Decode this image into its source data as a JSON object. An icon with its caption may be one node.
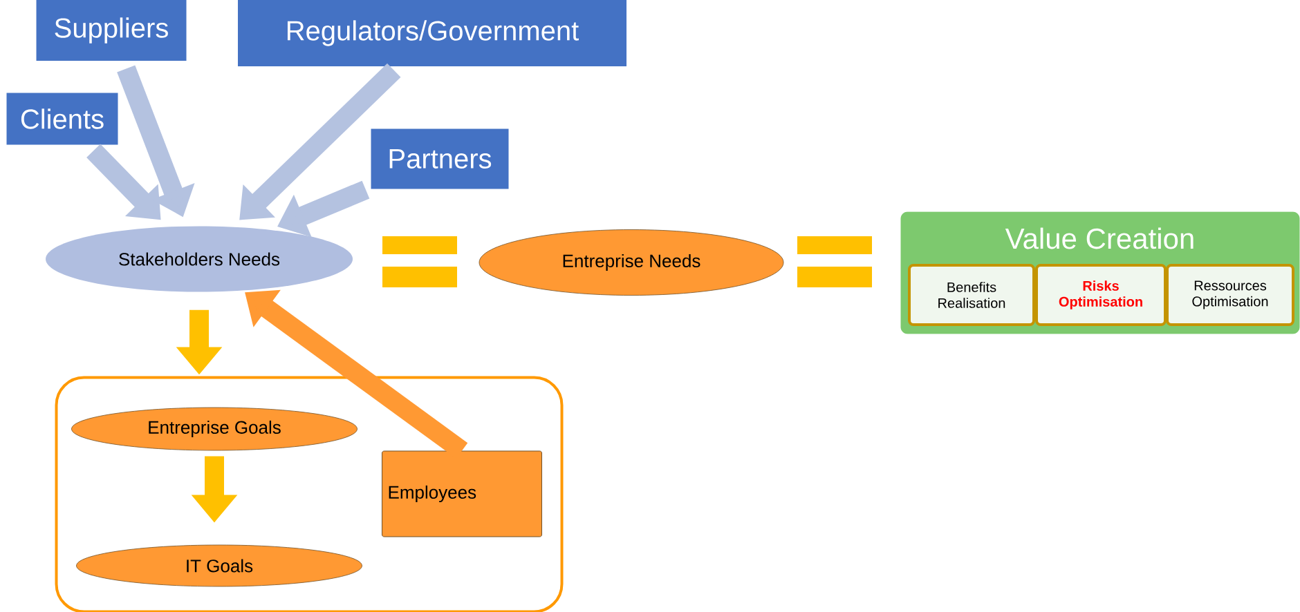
{
  "diagram": {
    "nodes": [
      {
        "text": [
          "Suppliers"
        ]
      },
      {
        "text": [
          "Regulators/Government"
        ]
      },
      {
        "text": [
          "Clients"
        ]
      },
      {
        "text": [
          "Partners"
        ]
      },
      {
        "text": [
          "Stakeholders Needs"
        ]
      },
      {
        "text": [
          "Entreprise Needs"
        ]
      },
      {
        "text": [
          "Value Creation"
        ]
      },
      {
        "text": [
          "Benefits Realisation"
        ],
        "in": 6
      },
      {
        "text": [
          "Risks Optimisation"
        ],
        "in": 6
      },
      {
        "text": [
          "Ressources Optimisation"
        ],
        "in": 6
      },
      {
        "text": [],
        "shape": "box"
      },
      {
        "text": [
          "Entreprise Goals"
        ],
        "in": 10
      },
      {
        "text": [
          "IT Goals"
        ],
        "in": 10
      },
      {
        "text": [
          "Employees"
        ],
        "in": 10
      }
    ],
    "edges": [
      {
        "from": 2,
        "to": 4,
        "arrow": "to"
      },
      {
        "from": 0,
        "to": 4,
        "arrow": "to"
      },
      {
        "from": 1,
        "to": 4,
        "arrow": "to"
      },
      {
        "from": 3,
        "to": 4,
        "arrow": "to"
      },
      {
        "from": 4,
        "to": 10,
        "arrow": "to",
        "color": "#ffc000"
      },
      {
        "from": 11,
        "to": 12,
        "arrow": "to",
        "color": "#ffc000"
      },
      {
        "from": 13,
        "to": 4,
        "arrow": "to",
        "color": "#ff9933"
      }
    ]
  }
}
